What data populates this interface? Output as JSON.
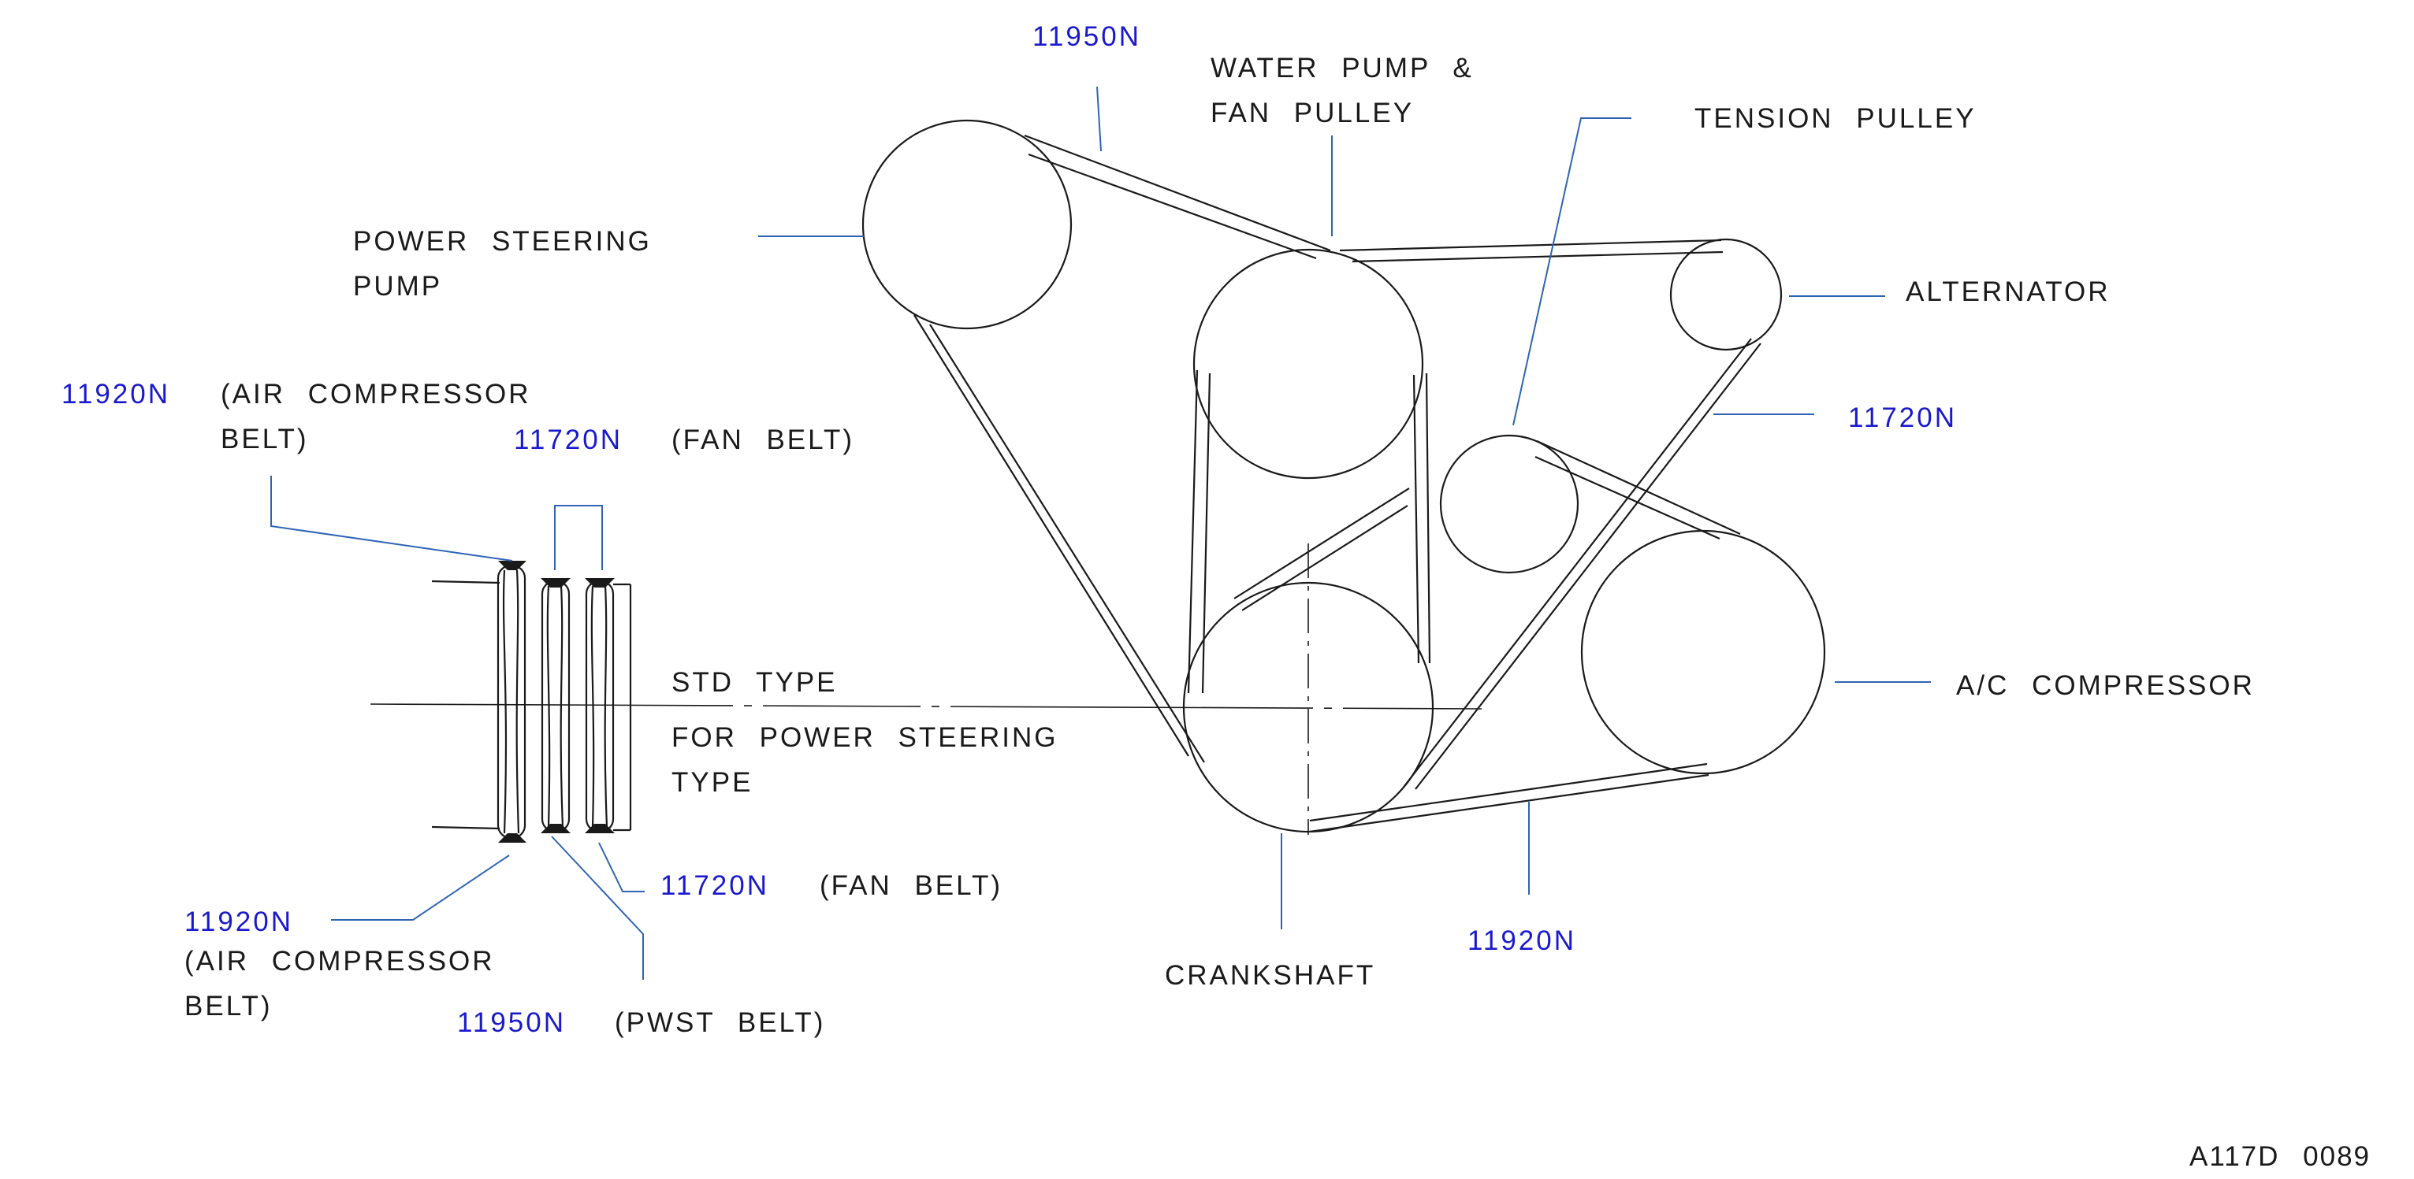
{
  "diagram": {
    "colors": {
      "line": "#1a1a1a",
      "leader": "#2f64b4",
      "part_number": "#1a1acc"
    },
    "part_labels": {
      "pwst_top": "11950N",
      "fan_right": "11720N",
      "aircomp_bottom": "11920N",
      "aircomp_side_top": "11920N",
      "fan_side_top": "11720N",
      "fan_side_bottom": "11720N",
      "aircomp_side_bottom": "11920N",
      "pwst_side_bottom": "11950N"
    },
    "component_labels": {
      "water_pump_line1": "WATER PUMP &",
      "water_pump_line2": "FAN PULLEY",
      "tension_pulley": "TENSION PULLEY",
      "power_steering_line1": "POWER STEERING",
      "power_steering_line2": "PUMP",
      "alternator": "ALTERNATOR",
      "ac_compressor": "A/C COMPRESSOR",
      "crankshaft": "CRANKSHAFT"
    },
    "belt_descriptions": {
      "air_compressor_top_line1": "(AIR COMPRESSOR",
      "air_compressor_top_line2": "BELT)",
      "fan_belt_top": "(FAN BELT)",
      "fan_belt_bottom": "(FAN BELT)",
      "air_compressor_bottom_line1": "(AIR COMPRESSOR",
      "air_compressor_bottom_line2": "BELT)",
      "pwst_belt": "(PWST BELT)"
    },
    "type_labels": {
      "std_type": "STD TYPE",
      "ps_type_line1": "FOR POWER STEERING",
      "ps_type_line2": "TYPE"
    },
    "document_code": "A117D 0089"
  }
}
